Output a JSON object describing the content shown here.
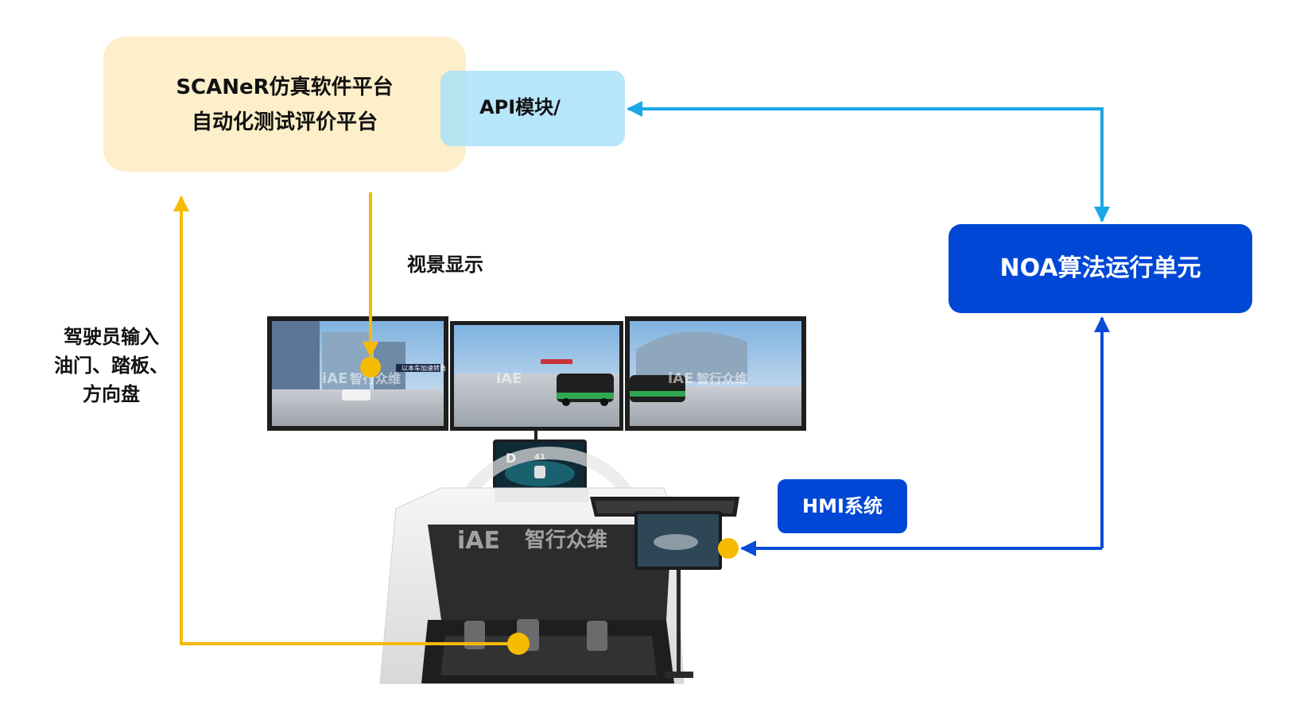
{
  "scaner_box": {
    "line1": "SCANeR仿真软件平台",
    "line2": "自动化测试评价平台"
  },
  "api_box": {
    "label": "API模块/"
  },
  "noa_box": {
    "label": "NOA算法运行单元"
  },
  "hmi_box": {
    "label": "HMI系统"
  },
  "visual_display_label": "视景显示",
  "driver_input": {
    "line1": "驾驶员输入",
    "line2": "油门、踏板、",
    "line3": "方向盘"
  },
  "screen_signs": {
    "street_sign": "以本车加速转角"
  },
  "speedometer": {
    "gear": "D",
    "speed": "41"
  },
  "watermark": {
    "logo_text": "iAE",
    "company_name": "智行众维"
  },
  "colors": {
    "scaner_box": "#fcefc9",
    "api_box": "#aae1f8",
    "noa_box": "#0047d6",
    "hmi_box": "#0047d6",
    "yellow_arrow": "#f5bb00",
    "light_blue_arrow": "#1aa7e6",
    "dark_blue_arrow": "#0a4bd8",
    "connector_dot": "#f5bb00"
  }
}
